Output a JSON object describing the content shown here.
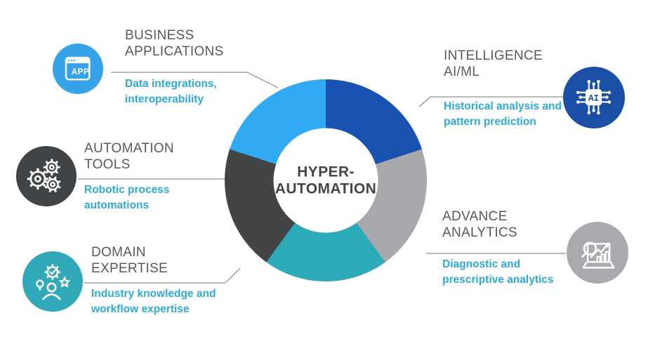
{
  "colors": {
    "background": "#ffffff",
    "title_text": "#58595b",
    "subtitle_text": "#2faad8",
    "center_text": "#454545",
    "connector": "#8c8c8c"
  },
  "donut": {
    "center_label": "HYPER-\nAUTOMATION",
    "segments": [
      {
        "name": "intelligence-ai-ml",
        "color": "#1a52b2",
        "sweep_deg": 72
      },
      {
        "name": "advance-analytics",
        "color": "#a8a9ad",
        "sweep_deg": 72
      },
      {
        "name": "domain-expertise",
        "color": "#2baab7",
        "sweep_deg": 72
      },
      {
        "name": "automation-tools",
        "color": "#424446",
        "sweep_deg": 72
      },
      {
        "name": "business-applications",
        "color": "#31aaf3",
        "sweep_deg": 72
      }
    ]
  },
  "callouts": [
    {
      "id": "business-applications",
      "title": "BUSINESS\nAPPLICATIONS",
      "subtitle": "Data integrations,\ninteroperability",
      "icon": "app-window-icon",
      "icon_badge_text": "APP",
      "circle_color": "#36a3e9"
    },
    {
      "id": "intelligence-ai-ml",
      "title": "INTELLIGENCE\nAI/ML",
      "subtitle": "Historical analysis and\npattern prediction",
      "icon": "ai-chip-icon",
      "icon_badge_text": "AI",
      "circle_color": "#1b4fa6"
    },
    {
      "id": "automation-tools",
      "title": "AUTOMATION\nTOOLS",
      "subtitle": "Robotic process\nautomations",
      "icon": "gears-icon",
      "circle_color": "#414446"
    },
    {
      "id": "domain-expertise",
      "title": "DOMAIN\nEXPERTISE",
      "subtitle": "Industry knowledge and\nworkflow expertise",
      "icon": "person-expertise-icon",
      "circle_color": "#31a9b8"
    },
    {
      "id": "advance-analytics",
      "title": "ADVANCE\nANALYTICS",
      "subtitle": "Diagnostic and\nprescriptive analytics",
      "icon": "analytics-chart-icon",
      "circle_color": "#a9aaae"
    }
  ]
}
